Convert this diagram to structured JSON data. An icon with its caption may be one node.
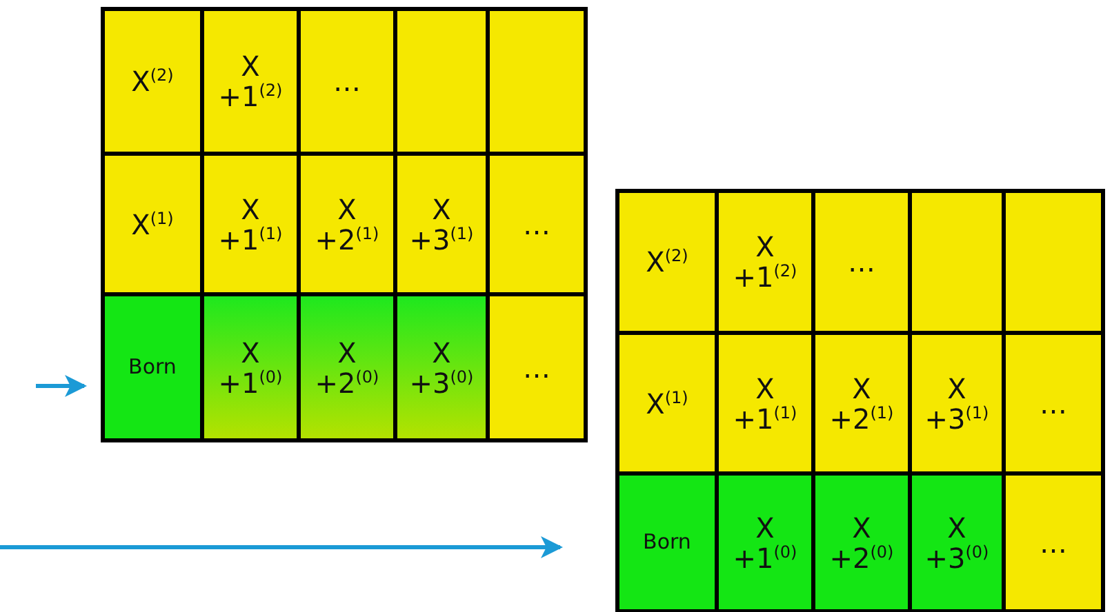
{
  "diagram": {
    "nodes": [
      {
        "text": [
          "X$^{(2)}$"
        ]
      },
      {
        "text": [
          "X +1$^{(2)}$"
        ]
      },
      {
        "text": [
          "…"
        ]
      },
      {
        "text": [],
        "shape": "box"
      },
      {
        "text": [],
        "shape": "box"
      },
      {
        "text": [
          "X$^{(1)}$"
        ]
      },
      {
        "text": [
          "X +1$^{(1)}$"
        ]
      },
      {
        "text": [
          "X +2$^{(1)}$"
        ]
      },
      {
        "text": [
          "X +3$^{(1)}$"
        ]
      },
      {
        "text": [
          "…"
        ]
      },
      {
        "text": [
          "Born"
        ]
      },
      {
        "text": [
          "X +1$^{(0)}$"
        ]
      },
      {
        "text": [
          "X +2$^{(0)}$"
        ]
      },
      {
        "text": [
          "X +3$^{(0)}$"
        ]
      },
      {
        "text": [
          "…"
        ]
      },
      {
        "text": [
          "X$^{(2)}$"
        ]
      },
      {
        "text": [
          "X +1$^{(2)}$"
        ]
      },
      {
        "text": [
          "…"
        ]
      },
      {
        "text": [],
        "shape": "box"
      },
      {
        "text": [],
        "shape": "box"
      },
      {
        "text": [
          "X$^{(1)}$"
        ]
      },
      {
        "text": [
          "X +1$^{(1)}$"
        ]
      },
      {
        "text": [
          "X +2$^{(1)}$"
        ]
      },
      {
        "text": [
          "X +3$^{(1)}$"
        ]
      },
      {
        "text": [
          "…"
        ]
      },
      {
        "text": [
          "Born"
        ]
      },
      {
        "text": [
          "X +1$^{(0)}$"
        ]
      },
      {
        "text": [
          "X +2$^{(0)}$"
        ]
      },
      {
        "text": [
          "X +3$^{(0)}$"
        ]
      },
      {
        "text": [
          "…"
        ]
      }
    ],
    "edges": [
      {
        "from": null,
        "to": 10,
        "arrow": "to"
      },
      {
        "from": null,
        "to": 25,
        "arrow": "to"
      }
    ]
  }
}
